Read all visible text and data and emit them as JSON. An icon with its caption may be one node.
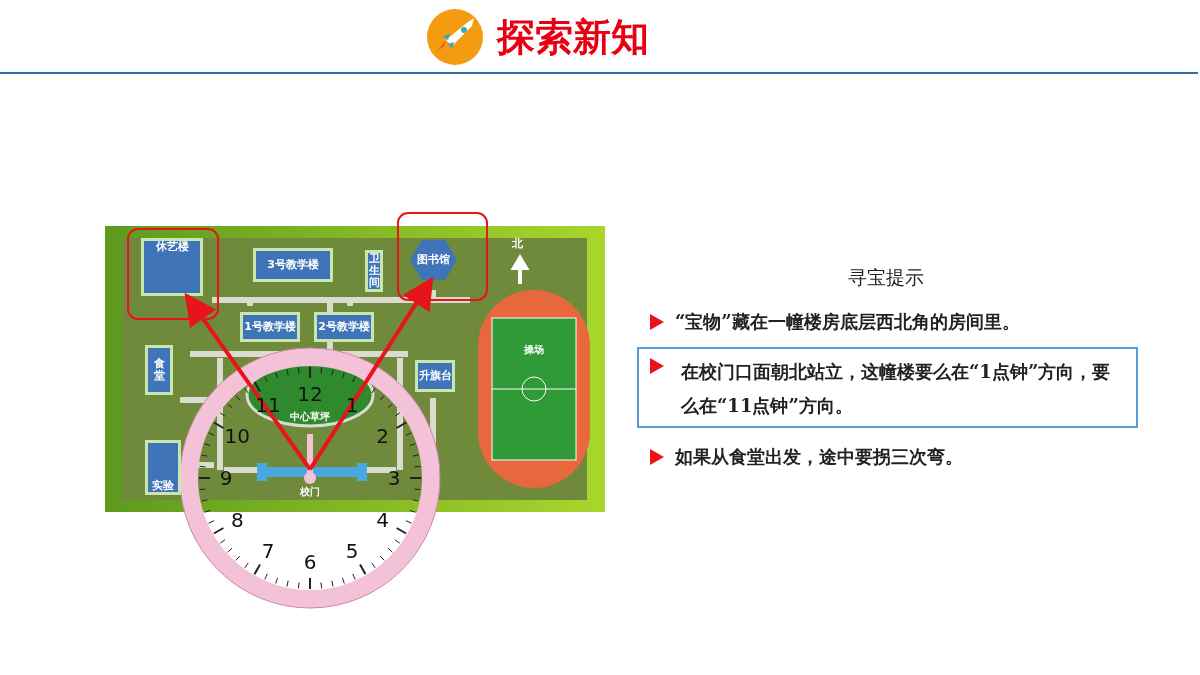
{
  "diagram": {
    "title": "探索新知",
    "nodes": [
      {
        "text": [
          "休艺楼"
        ]
      },
      {
        "text": [
          "3号教学楼"
        ]
      },
      {
        "text": [
          "卫生间"
        ]
      },
      {
        "text": [
          "图书馆"
        ]
      },
      {
        "text": [
          "1号教学楼"
        ]
      },
      {
        "text": [
          "2号教学楼"
        ]
      },
      {
        "text": [
          "食堂"
        ]
      },
      {
        "text": [
          "中心草坪"
        ]
      },
      {
        "text": [
          "操场"
        ]
      },
      {
        "text": [
          "升旗台"
        ]
      },
      {
        "text": [
          "实验"
        ]
      },
      {
        "text": [
          "校门"
        ]
      },
      {
        "text": [
          "在校门口面朝北站立，这幢楼要么在“1点钟”方向，要么在“11点钟”方向。"
        ]
      }
    ],
    "edges": [
      {
        "from": 11,
        "to": 0,
        "arrow": "to"
      },
      {
        "from": 11,
        "to": 3,
        "arrow": "to"
      }
    ],
    "labels": [
      "寻宝提示",
      "“宝物”藏在一幢楼房底层西北角的房间里。",
      "如果从食堂出发，途中要拐三次弯。",
      "北",
      "12",
      "1",
      "2",
      "3",
      "4",
      "5",
      "6",
      "7",
      "8",
      "9",
      "10",
      "11"
    ]
  }
}
